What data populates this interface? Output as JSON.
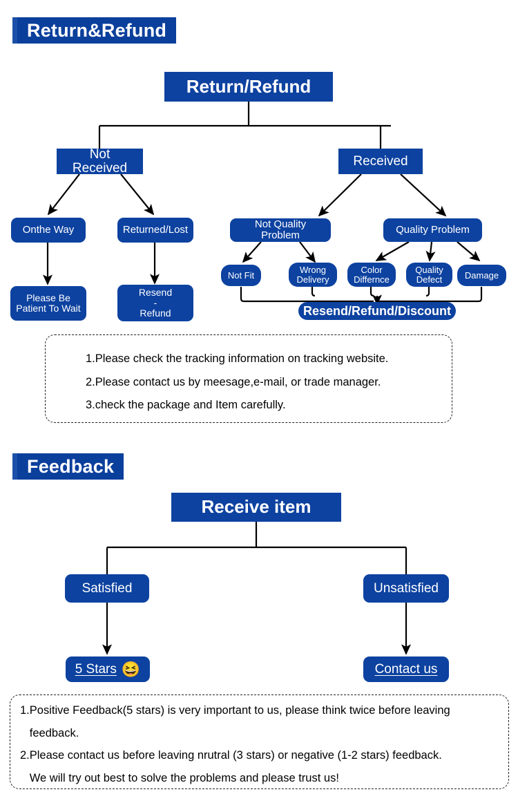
{
  "theme": {
    "brand_blue": "#0d42a0",
    "header_blue": "#0b3f9c",
    "bar_blue": "#1c4fa8",
    "text_white": "#ffffff",
    "line_black": "#000000"
  },
  "sections": [
    {
      "id": "return-refund",
      "title": "Return&Refund"
    },
    {
      "id": "feedback",
      "title": "Feedback"
    }
  ],
  "return_flow": {
    "root": "Return/Refund",
    "level2": {
      "left": "Not Received",
      "right": "Received"
    },
    "level3": {
      "not_received": [
        "Onthe Way",
        "Returned/Lost"
      ],
      "received": [
        "Not Quality Problem",
        "Quality Problem"
      ]
    },
    "level4": {
      "onthe_way": "Please Be\nPatient To Wait",
      "returned_lost": "Resend\n-\nRefund",
      "not_quality": [
        "Not Fit",
        "Wrong\nDelivery"
      ],
      "quality": [
        "Color\nDiffernce",
        "Quality\nDefect",
        "Damage"
      ]
    },
    "outcome": "Resend/Refund/Discount"
  },
  "return_note": {
    "lines": [
      "1.Please check the tracking information on tracking website.",
      "2.Please contact us by meesage,e-mail, or trade manager.",
      "3.check the package and Item carefully."
    ]
  },
  "feedback_flow": {
    "root": "Receive item",
    "level2": {
      "left": "Satisfied",
      "right": "Unsatisfied"
    },
    "level3": {
      "satisfied": {
        "label": "5 Stars",
        "emoji": "😆"
      },
      "unsatisfied": {
        "label": "Contact us"
      }
    }
  },
  "feedback_note": {
    "lines": [
      "1.Positive Feedback(5 stars) is very important to us, please think twice before leaving",
      "   feedback.",
      "2.Please contact us before leaving nrutral (3 stars) or  negative (1-2 stars) feedback.",
      "   We will try out best to solve the problems and please trust us!"
    ]
  }
}
